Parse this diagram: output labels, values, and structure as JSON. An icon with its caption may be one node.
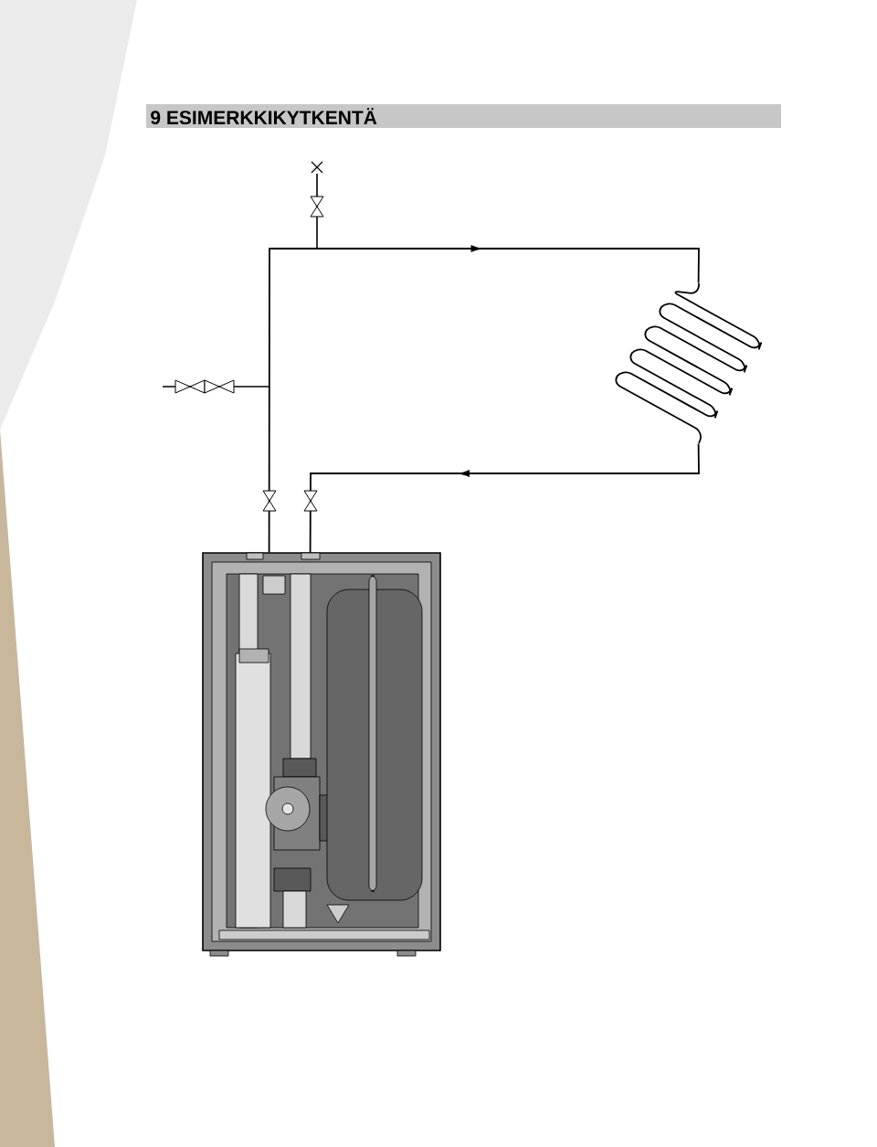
{
  "diagram": {
    "title": "9 ESIMERKKIKYTKENTÄ",
    "nodes": [
      {
        "text": [],
        "shape": "picture"
      },
      {
        "text": [],
        "shape": "picture"
      }
    ],
    "edges": [
      {
        "from": 1,
        "to": 0,
        "arrow": "to"
      },
      {
        "from": 0,
        "to": 1,
        "arrow": "to"
      }
    ]
  }
}
